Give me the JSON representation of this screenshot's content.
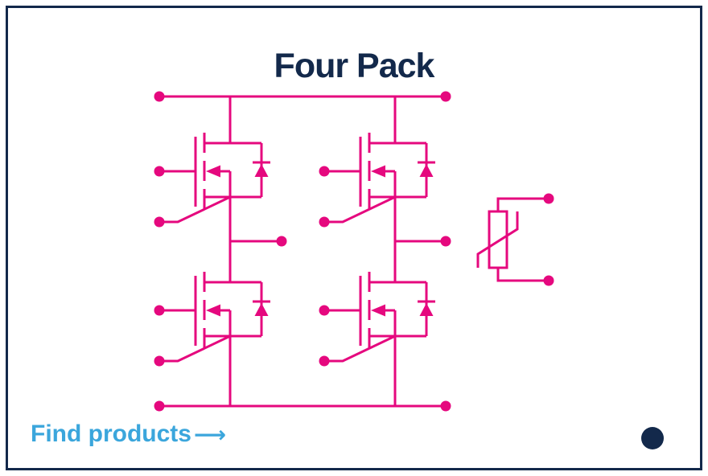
{
  "colors": {
    "navy": "#13294B",
    "magenta": "#E5087E",
    "link_blue": "#3BA6DC",
    "background": "#FFFFFF"
  },
  "header": {
    "title": "Four Pack"
  },
  "diagram": {
    "kind": "circuit-schematic",
    "name": "four-pack-power-module-topology",
    "components": [
      {
        "type": "mosfet-n-channel-with-body-diode",
        "position": "top-left"
      },
      {
        "type": "mosfet-n-channel-with-body-diode",
        "position": "top-right"
      },
      {
        "type": "mosfet-n-channel-with-body-diode",
        "position": "bottom-left"
      },
      {
        "type": "mosfet-n-channel-with-body-diode",
        "position": "bottom-right"
      },
      {
        "type": "thermistor",
        "position": "right"
      }
    ],
    "structure": "Two half-bridge legs between a top DC+ rail and a bottom DC- rail; each leg has a midpoint output terminal; each switch has separate gate and kelvin-source terminal dots; an NTC thermistor with two terminals sits at the right"
  },
  "footer": {
    "link_label": "Find products",
    "link_arrow": "⟶"
  }
}
